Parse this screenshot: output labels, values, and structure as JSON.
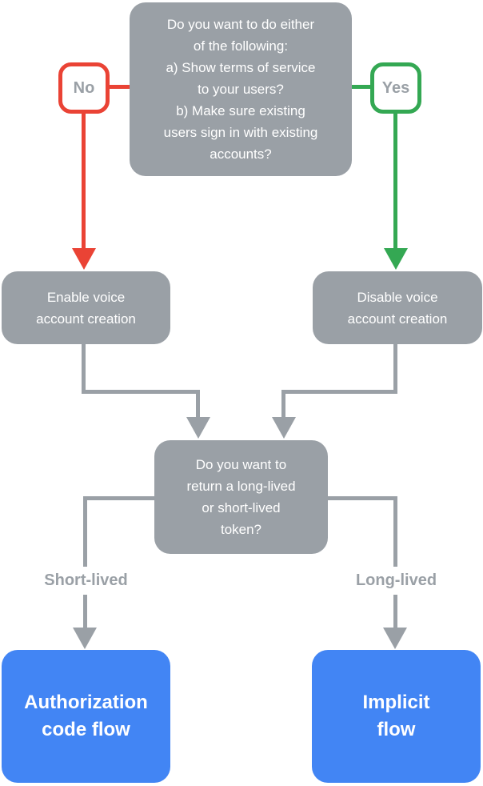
{
  "diagram": {
    "type": "decision-flowchart",
    "colors": {
      "node_gray": "#9AA0A6",
      "terminal_blue": "#4285F4",
      "no_red": "#EA4335",
      "yes_green": "#34A853",
      "node_text": "#FFFFFF",
      "label_text": "#9AA0A6",
      "label_bg": "#FFFFFF"
    },
    "nodes": {
      "top_question": {
        "text": "Do you want to do either\nof the following:\na) Show terms of service\nto your users?\nb) Make sure existing\nusers sign in with existing\naccounts?"
      },
      "no_badge": {
        "label": "No"
      },
      "yes_badge": {
        "label": "Yes"
      },
      "enable_voice": {
        "text": "Enable voice\naccount creation"
      },
      "disable_voice": {
        "text": "Disable voice\naccount creation"
      },
      "token_question": {
        "text": "Do you want to\nreturn a long-lived\nor short-lived\ntoken?"
      },
      "short_lived_label": {
        "text": "Short-lived"
      },
      "long_lived_label": {
        "text": "Long-lived"
      },
      "authorization_code_flow": {
        "text": "Authorization\ncode flow"
      },
      "implicit_flow": {
        "text": "Implicit\nflow"
      }
    },
    "edges": [
      {
        "from": "top_question",
        "via": "No",
        "to": "enable_voice",
        "color": "#EA4335"
      },
      {
        "from": "top_question",
        "via": "Yes",
        "to": "disable_voice",
        "color": "#34A853"
      },
      {
        "from": "enable_voice",
        "to": "token_question",
        "color": "#9AA0A6"
      },
      {
        "from": "disable_voice",
        "to": "token_question",
        "color": "#9AA0A6"
      },
      {
        "from": "token_question",
        "via": "Short-lived",
        "to": "authorization_code_flow",
        "color": "#9AA0A6"
      },
      {
        "from": "token_question",
        "via": "Long-lived",
        "to": "implicit_flow",
        "color": "#9AA0A6"
      }
    ]
  }
}
